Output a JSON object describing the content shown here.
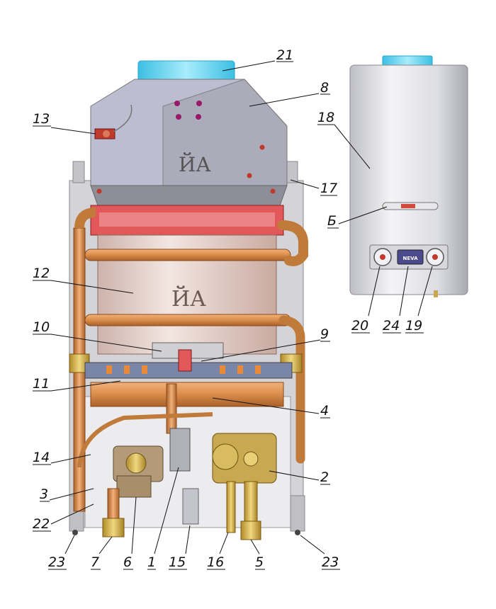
{
  "diagram": {
    "callouts": [
      {
        "id": "c21",
        "text": "21"
      },
      {
        "id": "c8",
        "text": "8"
      },
      {
        "id": "c13",
        "text": "13"
      },
      {
        "id": "c18",
        "text": "18"
      },
      {
        "id": "c17",
        "text": "17"
      },
      {
        "id": "cB",
        "text": "Б"
      },
      {
        "id": "c12",
        "text": "12"
      },
      {
        "id": "c10",
        "text": "10"
      },
      {
        "id": "c9",
        "text": "9"
      },
      {
        "id": "c11",
        "text": "11"
      },
      {
        "id": "c4",
        "text": "4"
      },
      {
        "id": "c14",
        "text": "14"
      },
      {
        "id": "c2",
        "text": "2"
      },
      {
        "id": "c3",
        "text": "3"
      },
      {
        "id": "c22",
        "text": "22"
      },
      {
        "id": "c23a",
        "text": "23"
      },
      {
        "id": "c7",
        "text": "7"
      },
      {
        "id": "c6",
        "text": "6"
      },
      {
        "id": "c1",
        "text": "1"
      },
      {
        "id": "c15",
        "text": "15"
      },
      {
        "id": "c16",
        "text": "16"
      },
      {
        "id": "c5",
        "text": "5"
      },
      {
        "id": "c23b",
        "text": "23"
      },
      {
        "id": "c20",
        "text": "20"
      },
      {
        "id": "c24",
        "text": "24"
      },
      {
        "id": "c19",
        "text": "19"
      }
    ],
    "brand_label": "NEVA"
  },
  "colors": {
    "flue": "#5fd3f0",
    "hood": "#b9b9cf",
    "frame": "#c8c8cc",
    "copper": "#d98c4a",
    "exchanger": "#ead6cf",
    "red_header": "#e2585a",
    "brass": "#d7b84a",
    "casing": "#e0e0e4"
  }
}
